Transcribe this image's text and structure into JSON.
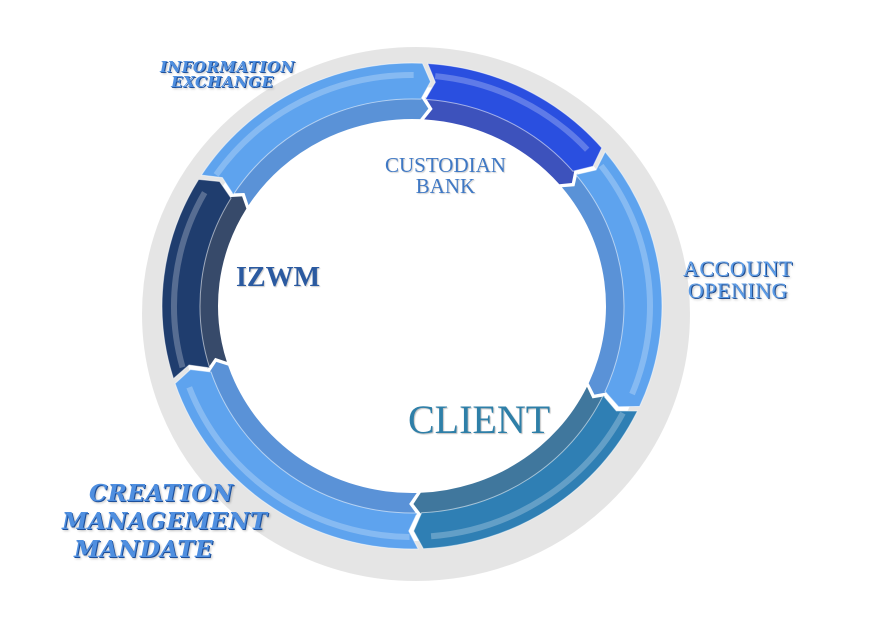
{
  "diagram": {
    "type": "cycle",
    "title": "",
    "ring_segments": [
      {
        "id": "custodian-bank",
        "label": "CUSTODIAN BANK",
        "color": "#2a4fe0",
        "shade": "#1b34b0",
        "order": 1
      },
      {
        "id": "account-opening",
        "label": "ACCOUNT OPENING",
        "color": "#5ea3ee",
        "shade": "#3d7fd0",
        "order": 2
      },
      {
        "id": "client",
        "label": "CLIENT",
        "color": "#2f7fb4",
        "shade": "#1f5f8c",
        "order": 3
      },
      {
        "id": "creation-management-mandate",
        "label": "CREATION MANAGEMENT MANDATE",
        "color": "#5ea3ee",
        "shade": "#3d7fd0",
        "order": 4
      },
      {
        "id": "izwm",
        "label": "IZWM",
        "color": "#1f3d6e",
        "shade": "#142a50",
        "order": 5
      },
      {
        "id": "information-exchange",
        "label": "INFORMATION EXCHANGE",
        "color": "#5ea3ee",
        "shade": "#3d7fd0",
        "order": 6
      }
    ],
    "labels": {
      "information_exchange": [
        "INFORMATION",
        "EXCHANGE"
      ],
      "custodian_bank": [
        "CUSTODIAN",
        "BANK"
      ],
      "account_opening": [
        "ACCOUNT",
        "OPENING"
      ],
      "izwm": [
        "IZWM"
      ],
      "client": [
        "CLIENT"
      ],
      "creation_management_mandate": [
        "CREATION",
        "MANAGEMENT",
        "MANDATE"
      ]
    }
  }
}
